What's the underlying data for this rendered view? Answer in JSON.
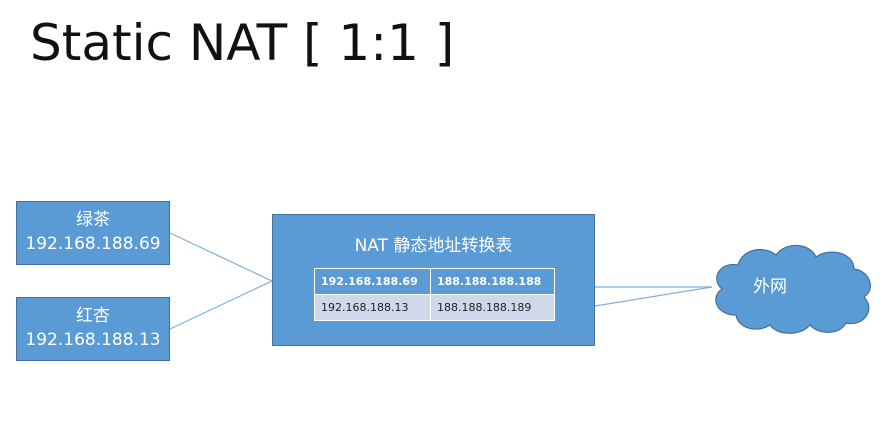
{
  "title": "Static NAT [ 1:1 ]",
  "hosts": [
    {
      "name": "绿茶",
      "ip": "192.168.188.69"
    },
    {
      "name": "红杏",
      "ip": "192.168.188.13"
    }
  ],
  "nat": {
    "title": "NAT 静态地址转换表",
    "rows": [
      [
        "192.168.188.69",
        "188.188.188.188"
      ],
      [
        "192.168.188.13",
        "188.188.188.189"
      ]
    ]
  },
  "cloud": {
    "label": "外网"
  },
  "colors": {
    "box_fill": "#5b9bd5",
    "box_border": "#41719c",
    "table_row": "#cfd8ea",
    "line": "#7fb0da"
  }
}
